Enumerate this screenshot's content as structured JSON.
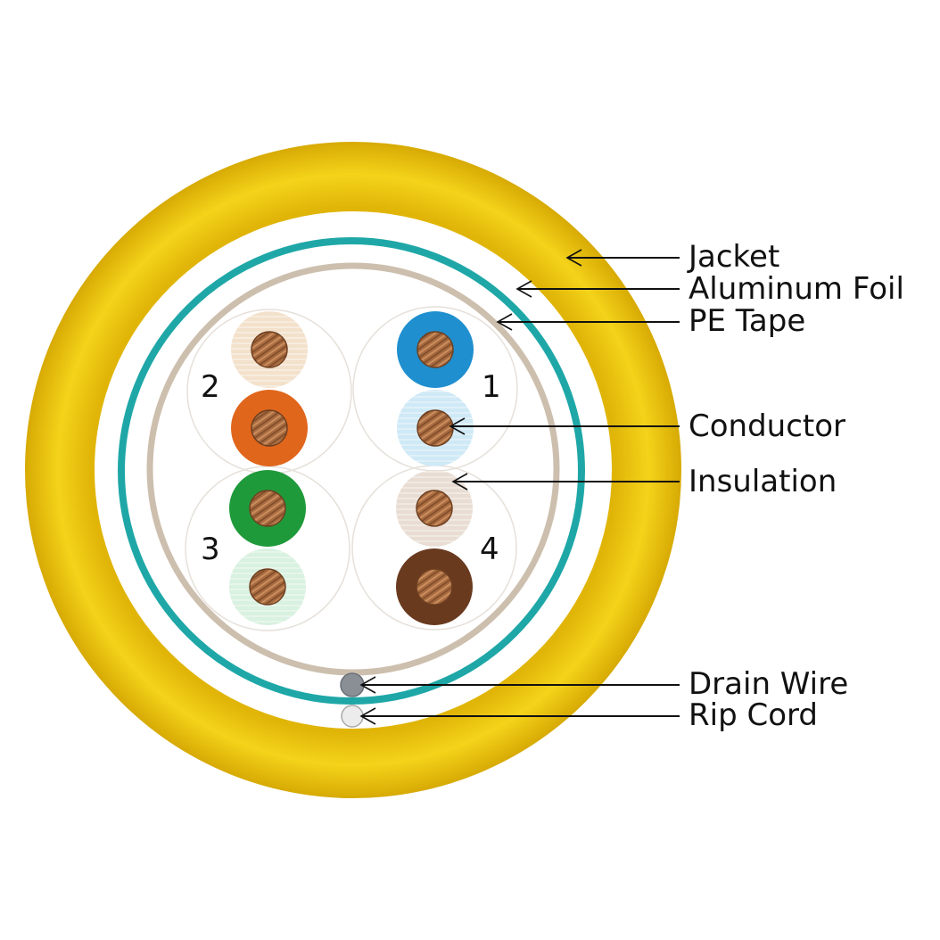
{
  "labels": {
    "jacket": "Jacket",
    "aluminum_foil": "Aluminum Foil",
    "pe_tape": "PE Tape",
    "conductor": "Conductor",
    "insulation": "Insulation",
    "drain_wire": "Drain Wire",
    "rip_cord": "Rip Cord"
  },
  "pairs": [
    {
      "number": "1",
      "colors": [
        "#1f8fcf",
        "#cfe9f6"
      ]
    },
    {
      "number": "2",
      "colors": [
        "#f3e1cb",
        "#e0661c"
      ]
    },
    {
      "number": "3",
      "colors": [
        "#1f9a3a",
        "#d9f1e0"
      ]
    },
    {
      "number": "4",
      "colors": [
        "#e9ddd3",
        "#6a3a1f"
      ]
    }
  ],
  "colors": {
    "jacket": "#f0cc10",
    "jacket_shade": "#d9ad06",
    "aluminum_foil": "#1fa7a7",
    "pe_tape": "#cdbfae",
    "copper": "#a86a3f",
    "drain_wire": "#8a8f96",
    "rip_cord": "#ececec"
  }
}
